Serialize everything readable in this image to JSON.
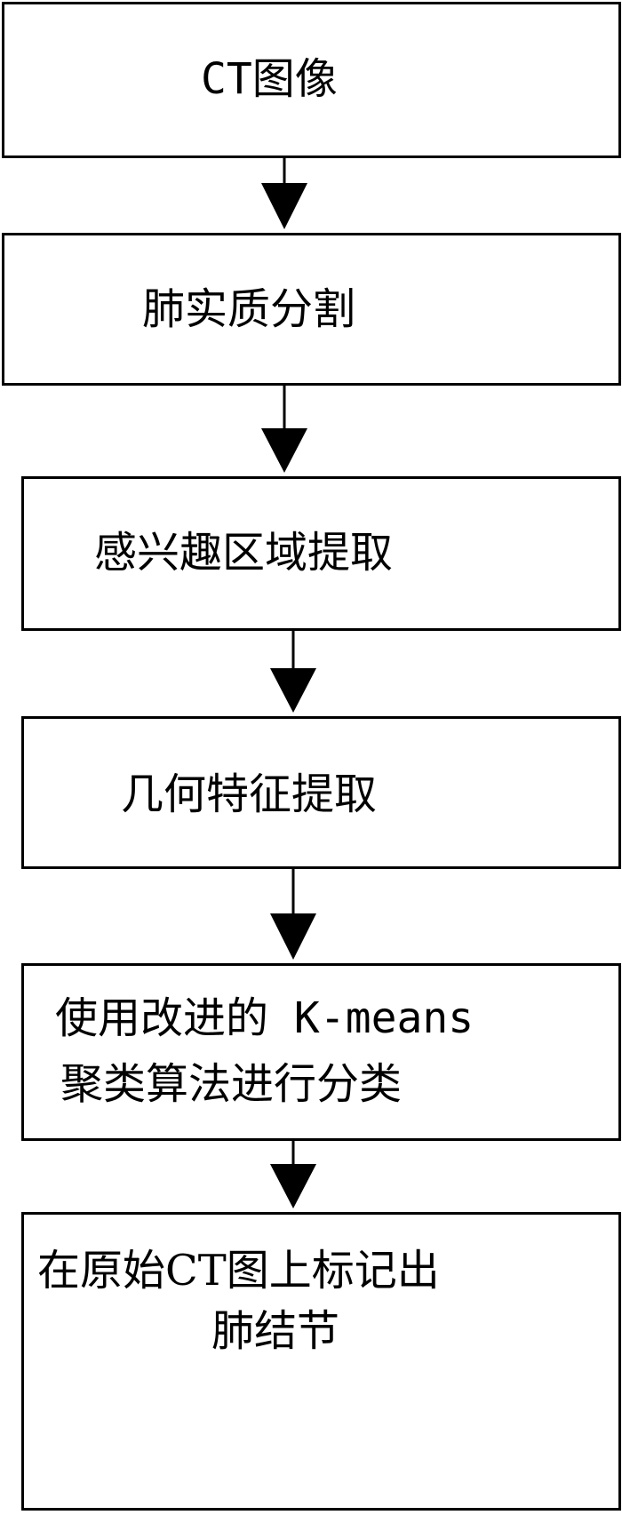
{
  "flowchart": {
    "steps": [
      {
        "lines": [
          "CT图像"
        ]
      },
      {
        "lines": [
          "肺实质分割"
        ]
      },
      {
        "lines": [
          "感兴趣区域提取"
        ]
      },
      {
        "lines": [
          "几何特征提取"
        ]
      },
      {
        "lines": [
          "使用改进的 K-means",
          "聚类算法进行分类"
        ]
      },
      {
        "lines": [
          "在原始CT图上标记出",
          "肺结节"
        ]
      }
    ]
  }
}
